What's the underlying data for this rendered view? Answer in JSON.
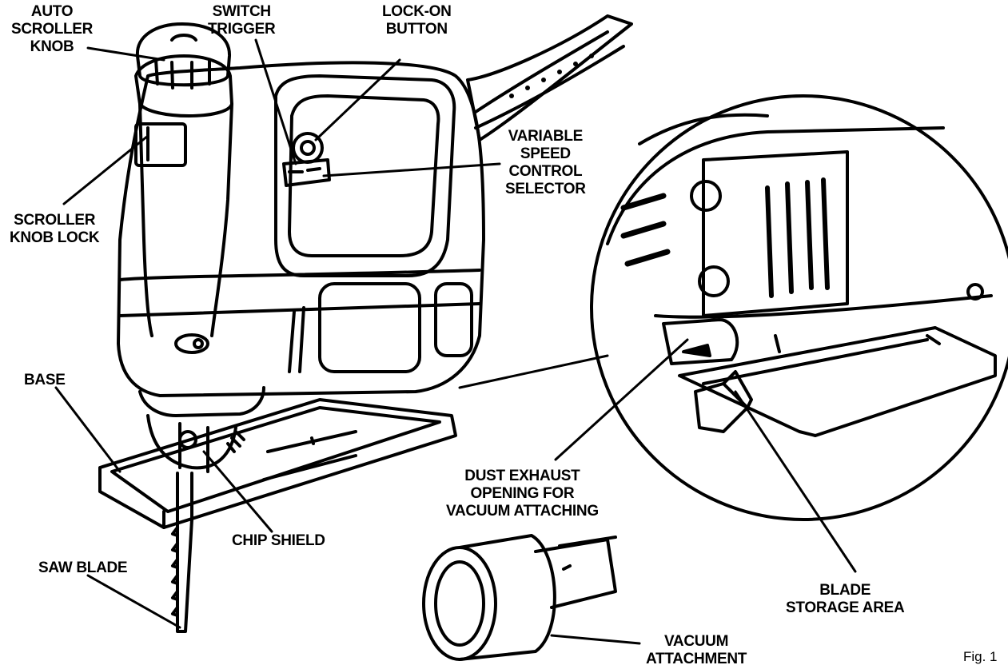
{
  "labels": {
    "auto_scroller_knob": [
      "AUTO",
      "SCROLLER",
      "KNOB"
    ],
    "switch_trigger": [
      "SWITCH",
      "TRIGGER"
    ],
    "lock_on_button": [
      "LOCK-ON",
      "BUTTON"
    ],
    "variable_speed": [
      "VARIABLE",
      "SPEED",
      "CONTROL",
      "SELECTOR"
    ],
    "scroller_knob_lock": [
      "SCROLLER",
      "KNOB LOCK"
    ],
    "base": "BASE",
    "dust_exhaust": [
      "DUST EXHAUST",
      "OPENING FOR",
      "VACUUM ATTACHING"
    ],
    "chip_shield": "CHIP SHIELD",
    "saw_blade": "SAW BLADE",
    "blade_storage": [
      "BLADE",
      "STORAGE AREA"
    ],
    "vacuum_attachment": [
      "VACUUM",
      "ATTACHMENT"
    ],
    "fig": "Fig. 1"
  }
}
